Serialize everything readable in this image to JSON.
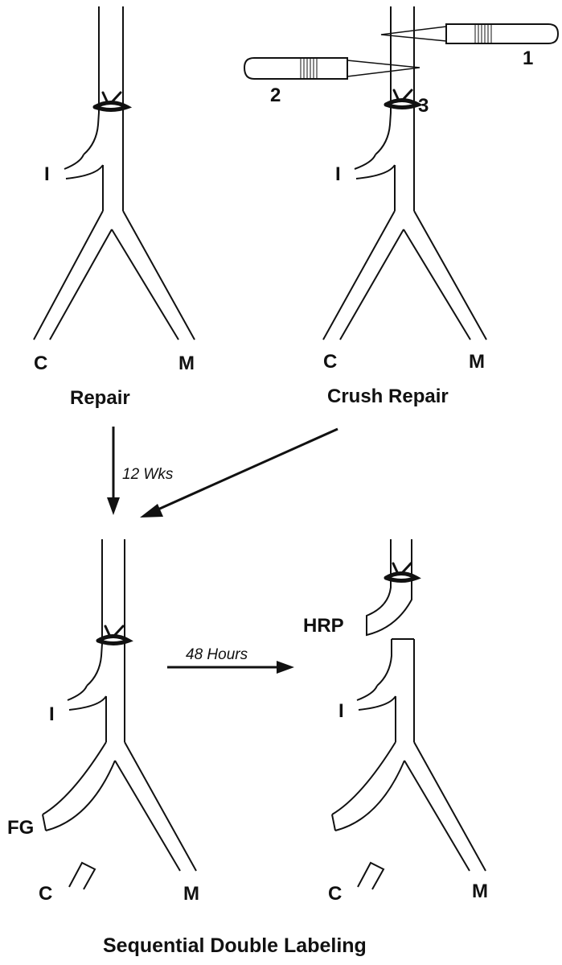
{
  "panels": {
    "top_left": {
      "caption": "Repair",
      "branch_I": "I",
      "branch_C": "C",
      "branch_M": "M"
    },
    "top_right": {
      "caption": "Crush Repair",
      "branch_I": "I",
      "branch_C": "C",
      "branch_M": "M",
      "pipette_1": "1",
      "pipette_2": "2",
      "suture_3": "3"
    },
    "bottom_left": {
      "branch_I": "I",
      "branch_C": "C",
      "branch_M": "M",
      "tracer": "FG"
    },
    "bottom_right": {
      "branch_I": "I",
      "branch_C": "C",
      "branch_M": "M",
      "tracer": "HRP"
    }
  },
  "arrows": {
    "interval_1": "12 Wks",
    "interval_2": "48 Hours"
  },
  "title": "Sequential Double Labeling"
}
